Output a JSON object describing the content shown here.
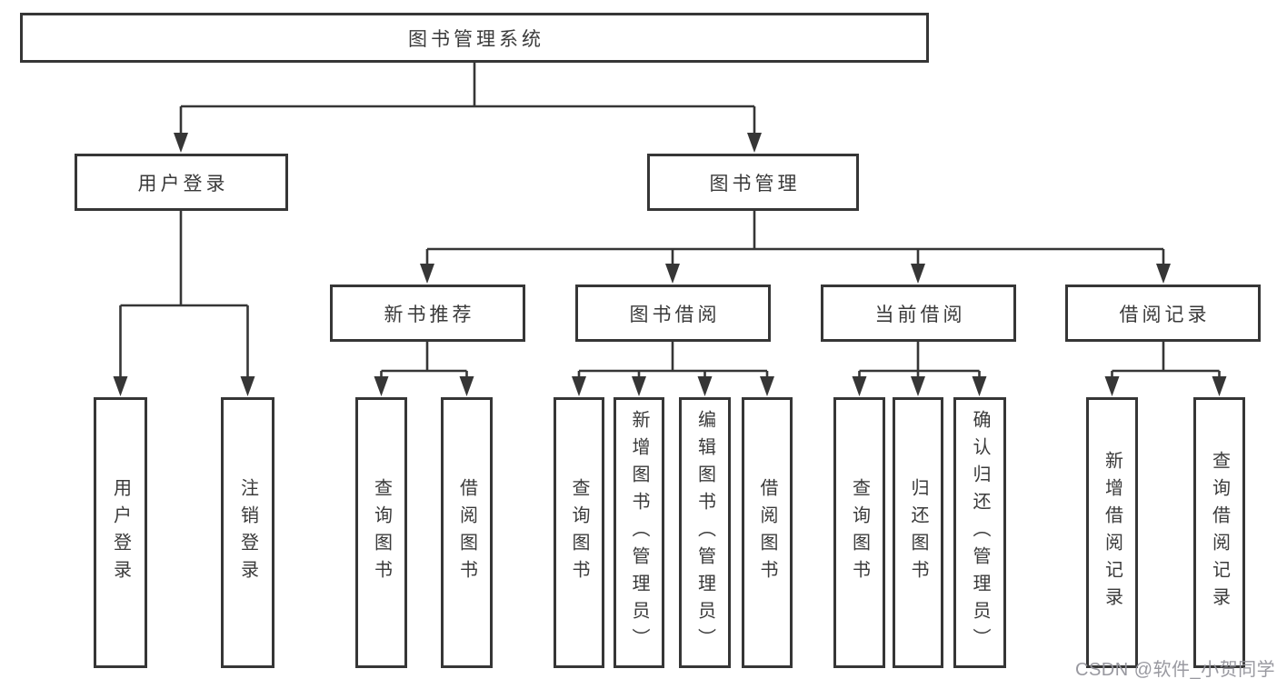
{
  "diagram": {
    "type": "hierarchy-tree",
    "title": "图书管理系统",
    "nodes": {
      "root": {
        "label": "图书管理系统"
      },
      "level2": [
        {
          "label": "用户登录"
        },
        {
          "label": "图书管理"
        }
      ],
      "level3": [
        {
          "label": "新书推荐",
          "parent": "图书管理"
        },
        {
          "label": "图书借阅",
          "parent": "图书管理"
        },
        {
          "label": "当前借阅",
          "parent": "图书管理"
        },
        {
          "label": "借阅记录",
          "parent": "图书管理"
        }
      ],
      "leaves": [
        {
          "label": "用户登录",
          "parent": "用户登录"
        },
        {
          "label": "注销登录",
          "parent": "用户登录"
        },
        {
          "label": "查询图书",
          "parent": "新书推荐"
        },
        {
          "label": "借阅图书",
          "parent": "新书推荐"
        },
        {
          "label": "查询图书",
          "parent": "图书借阅"
        },
        {
          "label": "新增图书（管理员）",
          "parent": "图书借阅"
        },
        {
          "label": "编辑图书（管理员）",
          "parent": "图书借阅"
        },
        {
          "label": "借阅图书",
          "parent": "图书借阅"
        },
        {
          "label": "查询图书",
          "parent": "当前借阅"
        },
        {
          "label": "归还图书",
          "parent": "当前借阅"
        },
        {
          "label": "确认归还（管理员）",
          "parent": "当前借阅"
        },
        {
          "label": "新增借阅记录",
          "parent": "借阅记录"
        },
        {
          "label": "查询借阅记录",
          "parent": "借阅记录"
        }
      ]
    },
    "colors": {
      "line": "#363636",
      "text": "#3a3a3a",
      "background": "#ffffff",
      "watermark": "#94949b"
    }
  },
  "watermark": {
    "text": "CSDN @软件_小贺同学"
  }
}
